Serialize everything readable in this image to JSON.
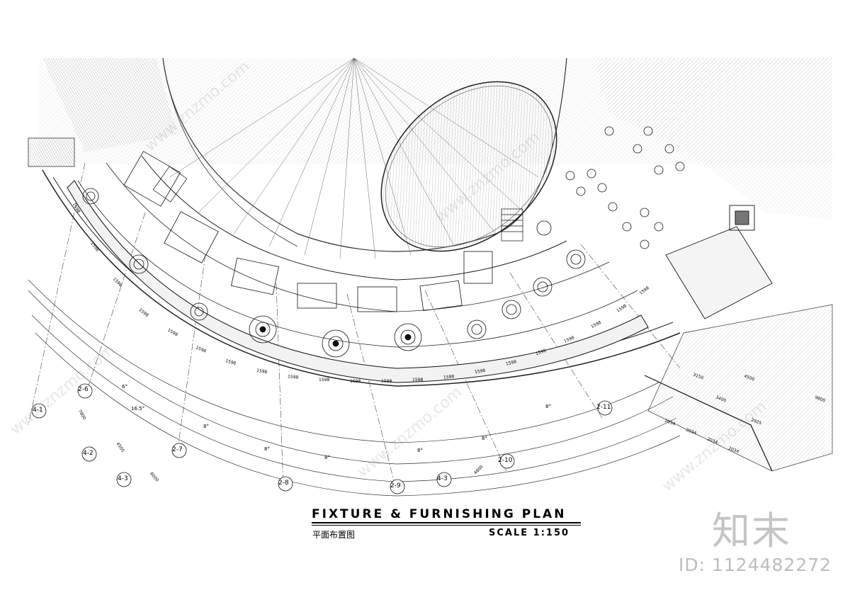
{
  "plan": {
    "title_en": "FIXTURE & FURNISHING PLAN",
    "title_cn": "平面布置图",
    "scale": "SCALE 1:150"
  },
  "grid": {
    "axis_labels": [
      "2-6",
      "2-7",
      "2-8",
      "2-9",
      "2-10",
      "2-11",
      "4-1",
      "4-2",
      "4-3",
      "4-3"
    ],
    "dimensions": [
      "7800",
      "4500",
      "6000",
      "4800",
      "1598",
      "1598",
      "1598",
      "1598",
      "1598",
      "1598",
      "1598",
      "1598",
      "1598",
      "1598",
      "1598",
      "1598",
      "1598",
      "1598",
      "1598",
      "1598",
      "1598",
      "1598",
      "1598",
      "1598",
      "1598",
      "2034",
      "2034",
      "2034",
      "2034",
      "2925",
      "3150",
      "3400",
      "4500",
      "9800",
      "6°",
      "8°",
      "8°",
      "8°",
      "8°",
      "8°",
      "8°",
      "16.5°"
    ]
  },
  "watermark": {
    "brand": "知末",
    "id_text": "ID: 1124482272",
    "diagonal": "www.znzmo.com"
  }
}
